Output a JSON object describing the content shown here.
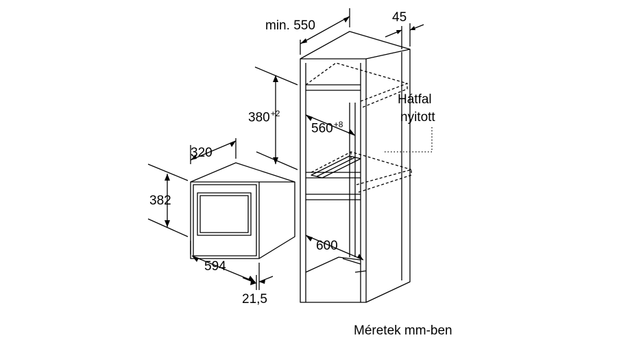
{
  "dimensions": {
    "cabinet_depth": {
      "prefix": "min.",
      "value": "550"
    },
    "panel_thickness": "45",
    "niche_height": {
      "value": "380",
      "tolerance": "+2"
    },
    "niche_width": {
      "value": "560",
      "tolerance": "+8"
    },
    "back_wall": {
      "line1": "Hátfal",
      "line2": "nyitott"
    },
    "appliance_depth": "320",
    "appliance_height": "382",
    "appliance_width": "594",
    "front_panel": "21,5",
    "cabinet_width": "600"
  },
  "footer": "Méretek mm-ben",
  "colors": {
    "line": "#000000",
    "hidden_line": "#000000",
    "background": "#ffffff"
  }
}
